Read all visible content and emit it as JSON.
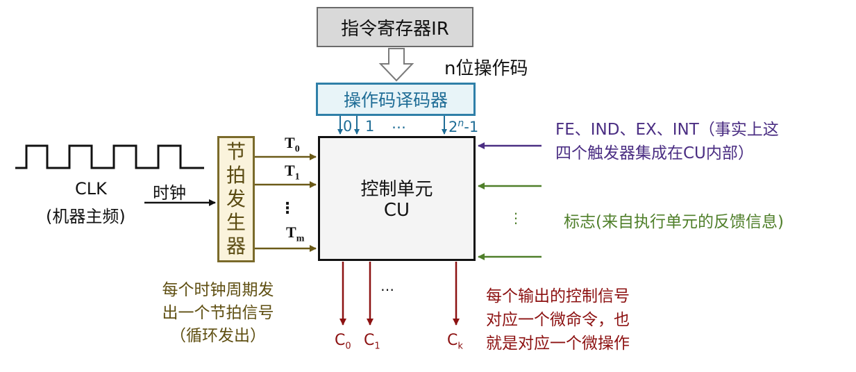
{
  "ir_box": {
    "label": "指令寄存器IR"
  },
  "opcode_label": "n位操作码",
  "decoder": {
    "label": "操作码译码器",
    "out_0": "0",
    "out_1": "1",
    "out_dots": "…",
    "out_last_base": "2",
    "out_last_exp": "n",
    "out_last_tail": "-1"
  },
  "cu": {
    "title": "控制单元",
    "subtitle": "CU"
  },
  "beat_gen": {
    "chars": [
      "节",
      "拍",
      "发",
      "生",
      "器"
    ]
  },
  "beats": {
    "t0_base": "T",
    "t0_sub": "0",
    "t1_base": "T",
    "t1_sub": "1",
    "dots": "⋮",
    "tm_base": "T",
    "tm_sub": "m"
  },
  "clk": {
    "label": "CLK",
    "desc": "(机器主频)",
    "arrow_label": "时钟"
  },
  "beat_note": {
    "lines": [
      "每个时钟周期发",
      "出一个节拍信号",
      "（循环发出）"
    ]
  },
  "flags_top": {
    "lines": [
      "FE、IND、EX、INT（事实上这",
      "四个触发器集成在CU内部）"
    ]
  },
  "flags": {
    "dots": "⋮",
    "label": "标志(来自执行单元的反馈信息)"
  },
  "outputs": {
    "c0_base": "C",
    "c0_sub": "0",
    "c1_base": "C",
    "c1_sub": "1",
    "dots": "…",
    "ck_base": "C",
    "ck_sub": "k"
  },
  "output_note": {
    "lines": [
      "每个输出的控制信号",
      "对应一个微命令，也",
      "就是对应一个微操作"
    ]
  },
  "colors": {
    "decoder": "#2f7fa8",
    "beat": "#7a6a2a",
    "flag_top": "#4b2e83",
    "flag": "#4f7f2a",
    "output": "#8c1111"
  }
}
